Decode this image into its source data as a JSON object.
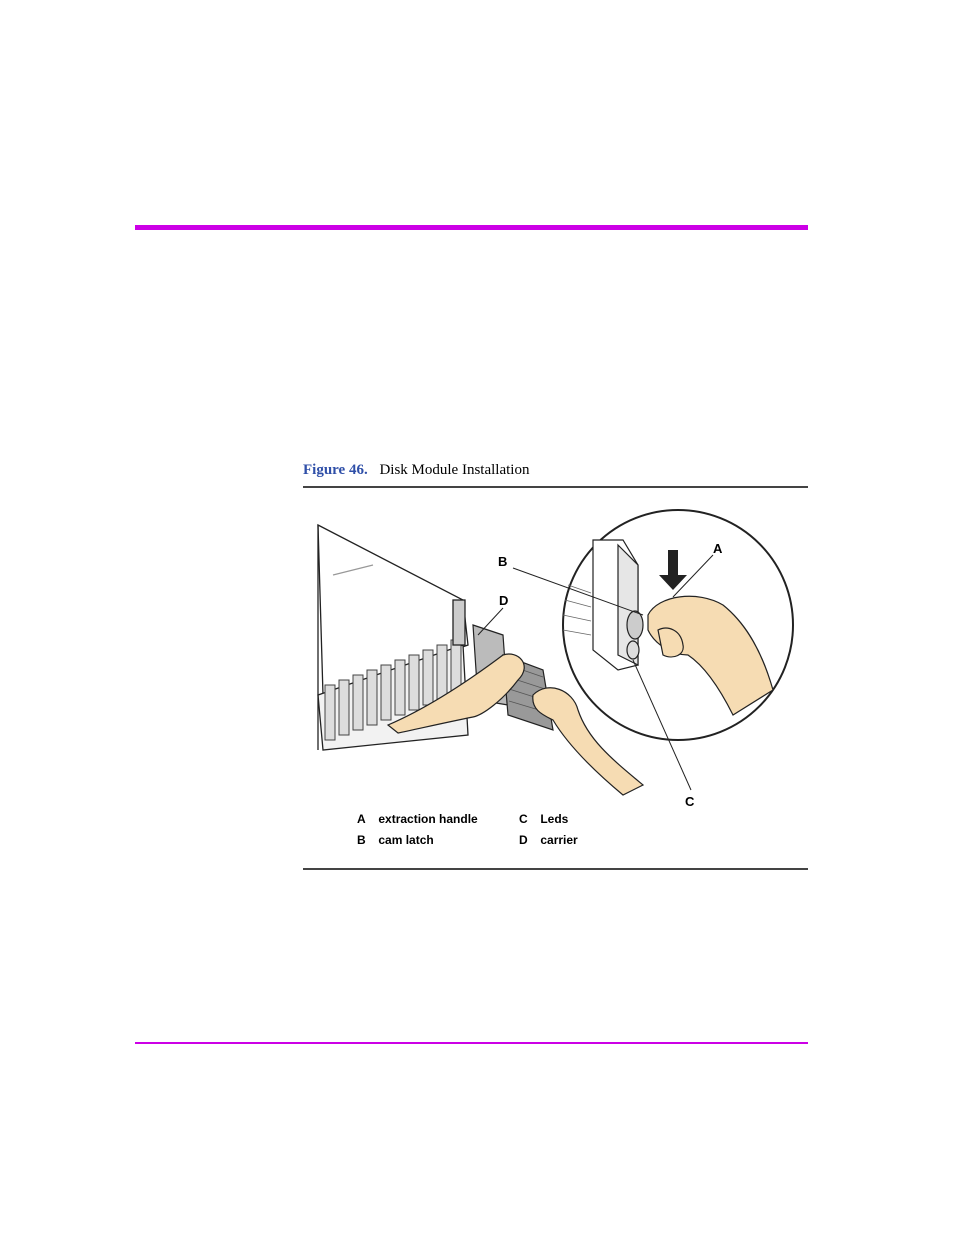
{
  "figure": {
    "number": "Figure 46.",
    "title": "Disk Module Installation"
  },
  "callouts": {
    "a": "A",
    "b": "B",
    "c": "C",
    "d": "D"
  },
  "legend": [
    {
      "key": "A",
      "label": "extraction handle"
    },
    {
      "key": "B",
      "label": "cam latch"
    },
    {
      "key": "C",
      "label": "Leds"
    },
    {
      "key": "D",
      "label": "carrier"
    }
  ],
  "colors": {
    "accent_rule": "#cc00e6",
    "figure_number": "#2f4fa8",
    "skin": "#f6dcb3"
  }
}
